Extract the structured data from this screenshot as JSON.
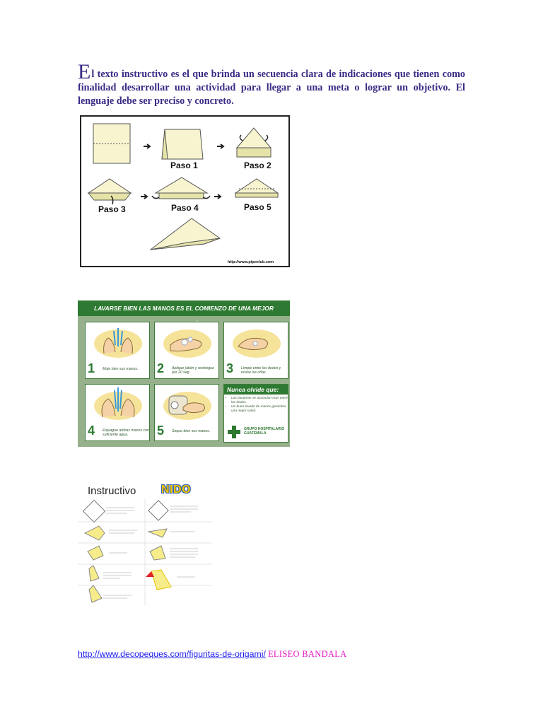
{
  "intro": {
    "dropcap": "E",
    "text": "l texto instructivo es el que brinda un secuencia clara de indicaciones que tienen como finalidad desarrollar una actividad para llegar a una meta o lograr un objetivo. El lenguaje debe ser preciso y concreto."
  },
  "figure1": {
    "steps": [
      "Paso 1",
      "Paso 2",
      "Paso 3",
      "Paso 4",
      "Paso 5"
    ],
    "credit": "http://www.pipoclub.com",
    "colors": {
      "paper": "#f7f4cf",
      "shade": "#e6e3a8"
    }
  },
  "figure2": {
    "header": "LAVARSE BIEN LAS MANOS ES EL COMIENZO DE UNA MEJOR PREVENCIÓN.",
    "steps": [
      {
        "num": "1",
        "caption": "Moje bien sus manos."
      },
      {
        "num": "2",
        "caption": "Aplique jabón y restriegue por 20 seg."
      },
      {
        "num": "3",
        "caption": "Limpie entre los dedos y revise las uñas."
      },
      {
        "num": "4",
        "caption": "Enjuague ambas manos con suficiente agua."
      },
      {
        "num": "5",
        "caption": "Seque bien sus manos."
      }
    ],
    "reminder": {
      "title": "Nunca olvide que:",
      "items": [
        "Las bacterias se acumulan mas entre los dedos.",
        "Un buen lavado de manos garantiza una mejor salud."
      ]
    },
    "logo_text": [
      "GRUPO HOSPITALARIO",
      "GUATEMALA"
    ],
    "colors": {
      "green": "#2e7a32",
      "background": "#95b08a",
      "yellow": "#f6e39a"
    }
  },
  "figure3": {
    "title": "Instructivo",
    "brand": "NIDO"
  },
  "footer": {
    "link": "http://www.decopeques.com/figuritas-de-origami/",
    "author": "ELISEO BANDALA"
  }
}
